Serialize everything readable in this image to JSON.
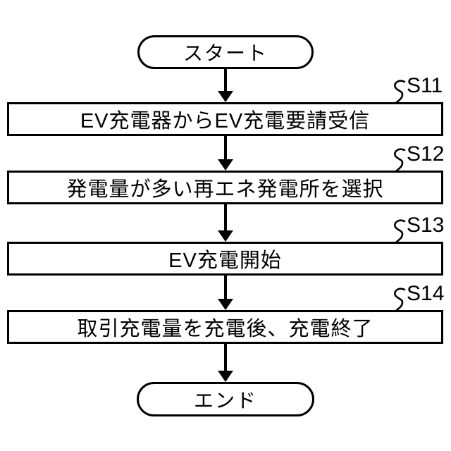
{
  "figure": {
    "type": "flowchart",
    "background_color": "#ffffff",
    "line_color": "#000000",
    "start_label": "スタート",
    "end_label": "エンド",
    "steps": [
      {
        "ref": "S11",
        "text": "EV充電器からEV充電要請受信"
      },
      {
        "ref": "S12",
        "text": "発電量が多い再エネ発電所を選択"
      },
      {
        "ref": "S13",
        "text": "EV充電開始"
      },
      {
        "ref": "S14",
        "text": "取引充電量を充電後、充電終了"
      }
    ]
  }
}
